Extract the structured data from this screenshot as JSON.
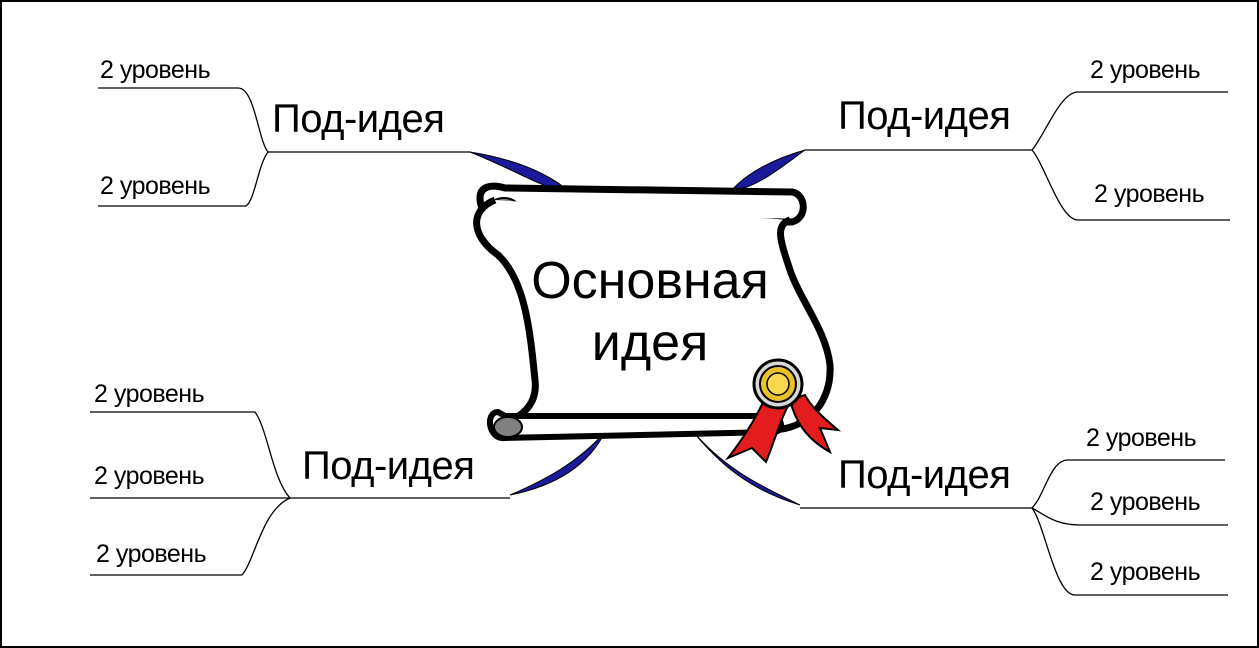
{
  "main_idea": {
    "line1": "Основная",
    "line2": "идея"
  },
  "branches": {
    "top_left": {
      "label": "Под-идея",
      "items": [
        "2 уровень",
        "2 уровень"
      ]
    },
    "top_right": {
      "label": "Под-идея",
      "items": [
        "2 уровень",
        "2 уровень"
      ]
    },
    "bottom_left": {
      "label": "Под-идея",
      "items": [
        "2 уровень",
        "2 уровень",
        "2 уровень"
      ]
    },
    "bottom_right": {
      "label": "Под-идея",
      "items": [
        "2 уровень",
        "2 уровень",
        "2 уровень"
      ]
    }
  },
  "colors": {
    "connector": "#1a1a9a",
    "scroll_fill": "#ffffff",
    "ribbon": "#e31d1d",
    "seal": "#e8c22a",
    "scroll_end": "#808080"
  }
}
